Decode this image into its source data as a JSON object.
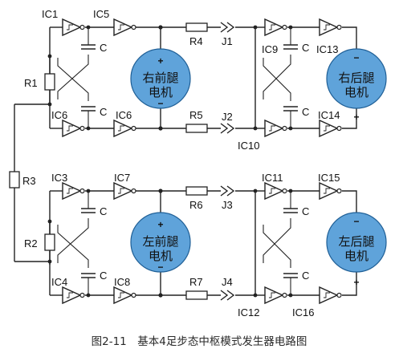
{
  "ic_labels": {
    "ic1": "IC1",
    "ic5_top": "IC5",
    "ic9": "IC9",
    "ic13": "IC13",
    "ic6_left": "IC6",
    "ic6_right": "IC6",
    "ic10": "IC10",
    "ic14": "IC14",
    "ic3": "IC3",
    "ic7": "IC7",
    "ic11": "IC11",
    "ic15": "IC15",
    "ic4": "IC4",
    "ic8": "IC8",
    "ic12": "IC12",
    "ic16": "IC16"
  },
  "resistors": {
    "r1": "R1",
    "r2": "R2",
    "r3": "R3",
    "r4": "R4",
    "r5": "R5",
    "r6": "R6",
    "r7": "R7"
  },
  "jacks": {
    "j1": "J1",
    "j2": "J2",
    "j3": "J3",
    "j4": "J4"
  },
  "cap_label": "C",
  "motors": {
    "rf": {
      "line1": "右前腿",
      "line2": "电机",
      "plus": "+",
      "minus": "−"
    },
    "rb": {
      "line1": "右后腿",
      "line2": "电机",
      "plus": "+",
      "minus": "−"
    },
    "lf": {
      "line1": "左前腿",
      "line2": "电机",
      "plus": "+",
      "minus": "−"
    },
    "lb": {
      "line1": "左后腿",
      "line2": "电机",
      "plus": "+",
      "minus": "−"
    }
  },
  "caption": "图2-11　基本4足步态中枢模式发生器电路图",
  "colors": {
    "motor_fill": "#5fa3da",
    "wire": "#222222",
    "resistor_fill": "#ffffff"
  }
}
